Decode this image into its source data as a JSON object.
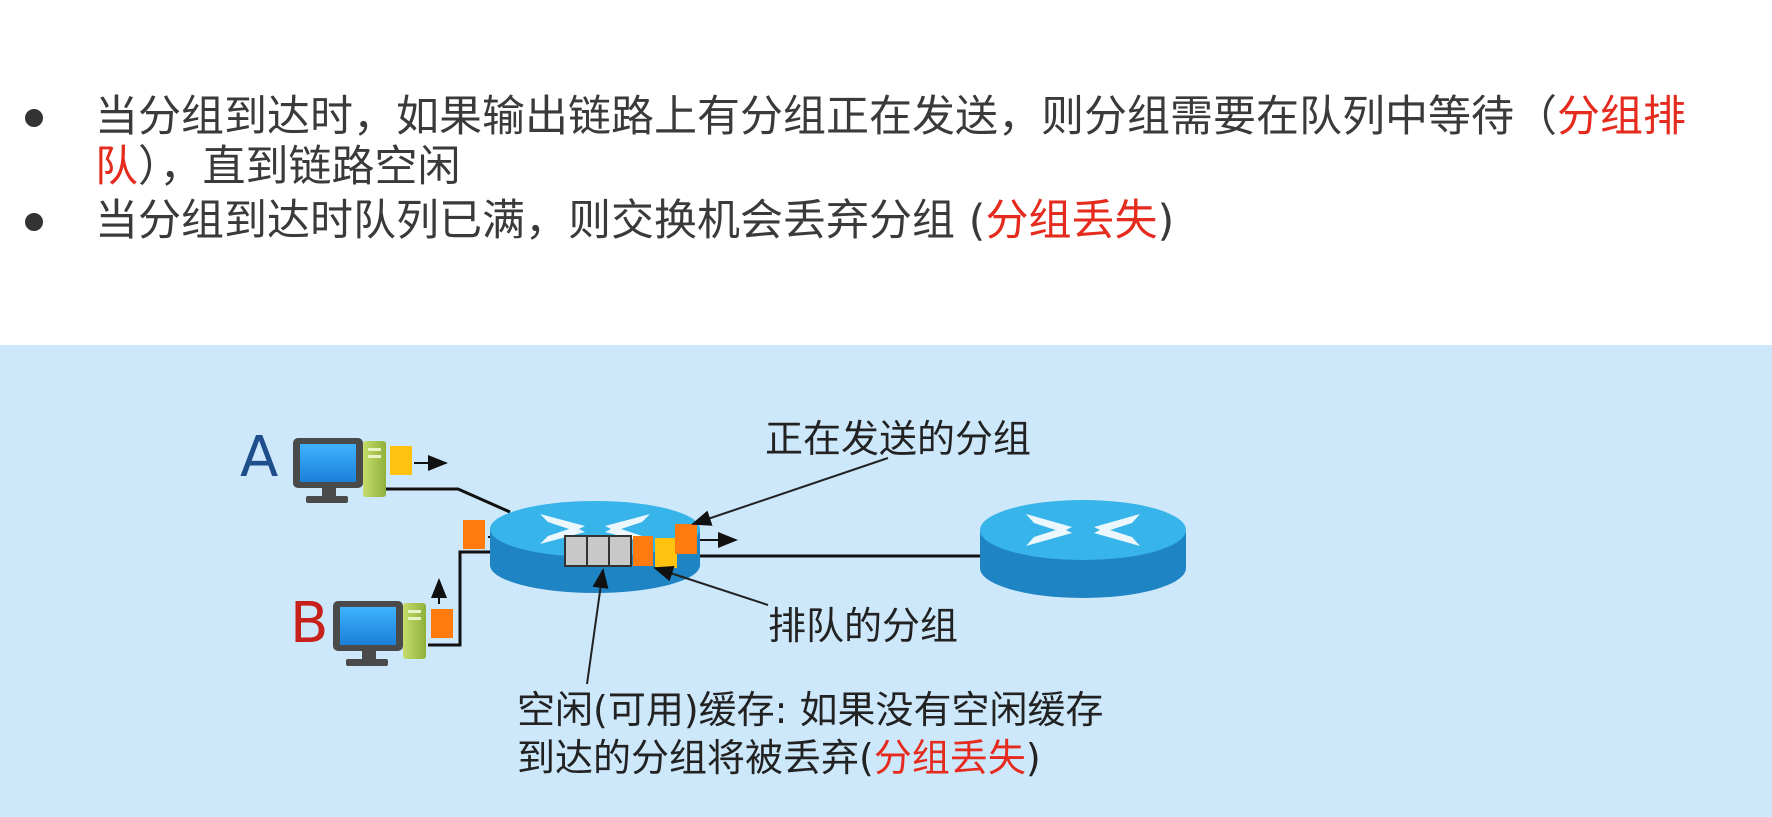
{
  "bullets": [
    {
      "line1": "当分组到达时，如果输出链路上有分组正在发送，则分组需要在队列中等待（",
      "line1_red": "分组排",
      "line2_red": "队",
      "line2": "），直到链路空闲"
    },
    {
      "text": "当分组到达时队列已满，则交换机会丢弃分组 (",
      "red": "分组丢失",
      "close": ")"
    }
  ],
  "diagram": {
    "host_a": "A",
    "host_b": "B",
    "label_sending": "正在发送的分组",
    "label_queued": "排队的分组",
    "label_buffer_line1": "空闲(可用)缓存: 如果没有空闲缓存",
    "label_buffer_line2": "到达的分组将被丢弃(",
    "label_buffer_red": "分组丢失",
    "label_buffer_close": ")"
  },
  "colors": {
    "red_accent": "#e52a1e",
    "panel_bg": "#cde8fb",
    "router_blue": "#29a3dc",
    "packet_orange": "#ff7a0f",
    "packet_yellow": "#ffc20e",
    "host_a_letter": "#1f4e8c",
    "host_b_letter": "#c8201a"
  },
  "icons": [
    "bullet-dot",
    "computer-icon",
    "router-icon",
    "packet-icon",
    "arrow-icon"
  ]
}
